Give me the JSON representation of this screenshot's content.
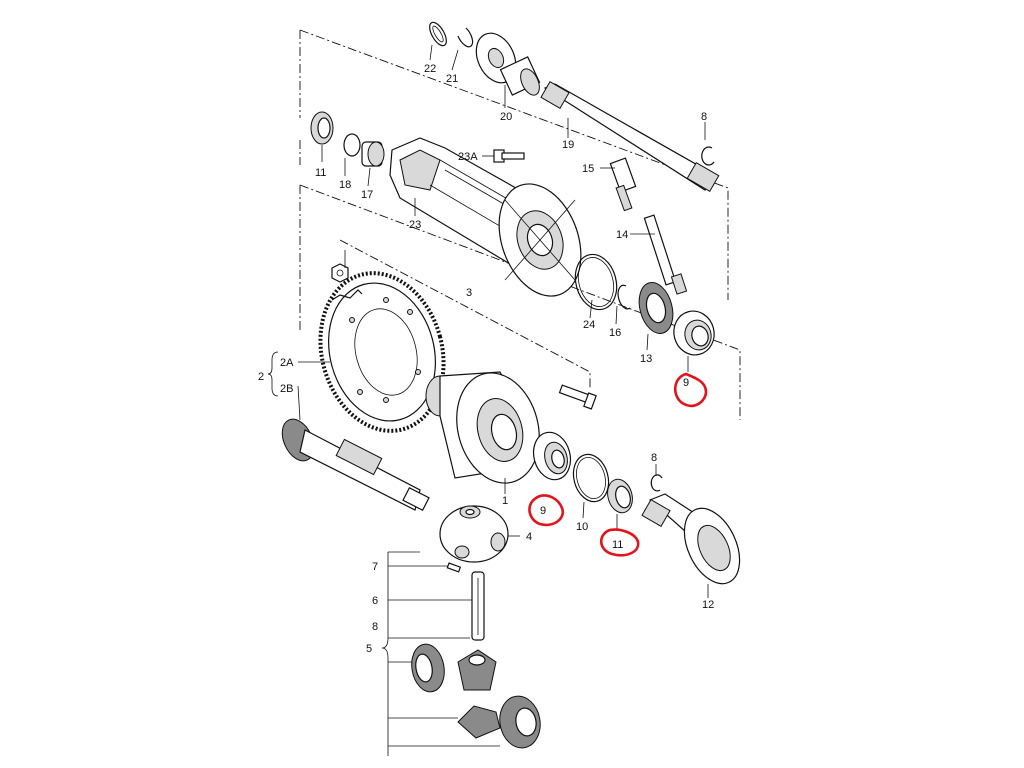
{
  "labels": {
    "l22": "22",
    "l21": "21",
    "l20": "20",
    "l19": "19",
    "l8a": "8",
    "l11a": "11",
    "l18": "18",
    "l17": "17",
    "l23a": "23A",
    "l15": "15",
    "l23": "23",
    "l14": "14",
    "l3": "3",
    "l24": "24",
    "l16": "16",
    "l13": "13",
    "l9a": "9",
    "l2": "2",
    "l2a": "2A",
    "l2b": "2B",
    "l1": "1",
    "l9b": "9",
    "l10": "10",
    "l8b": "8",
    "l11b": "11",
    "l4": "4",
    "l12": "12",
    "l7": "7",
    "l6": "6",
    "l8c": "8",
    "l5": "5"
  },
  "highlight_color": "#e3131b"
}
